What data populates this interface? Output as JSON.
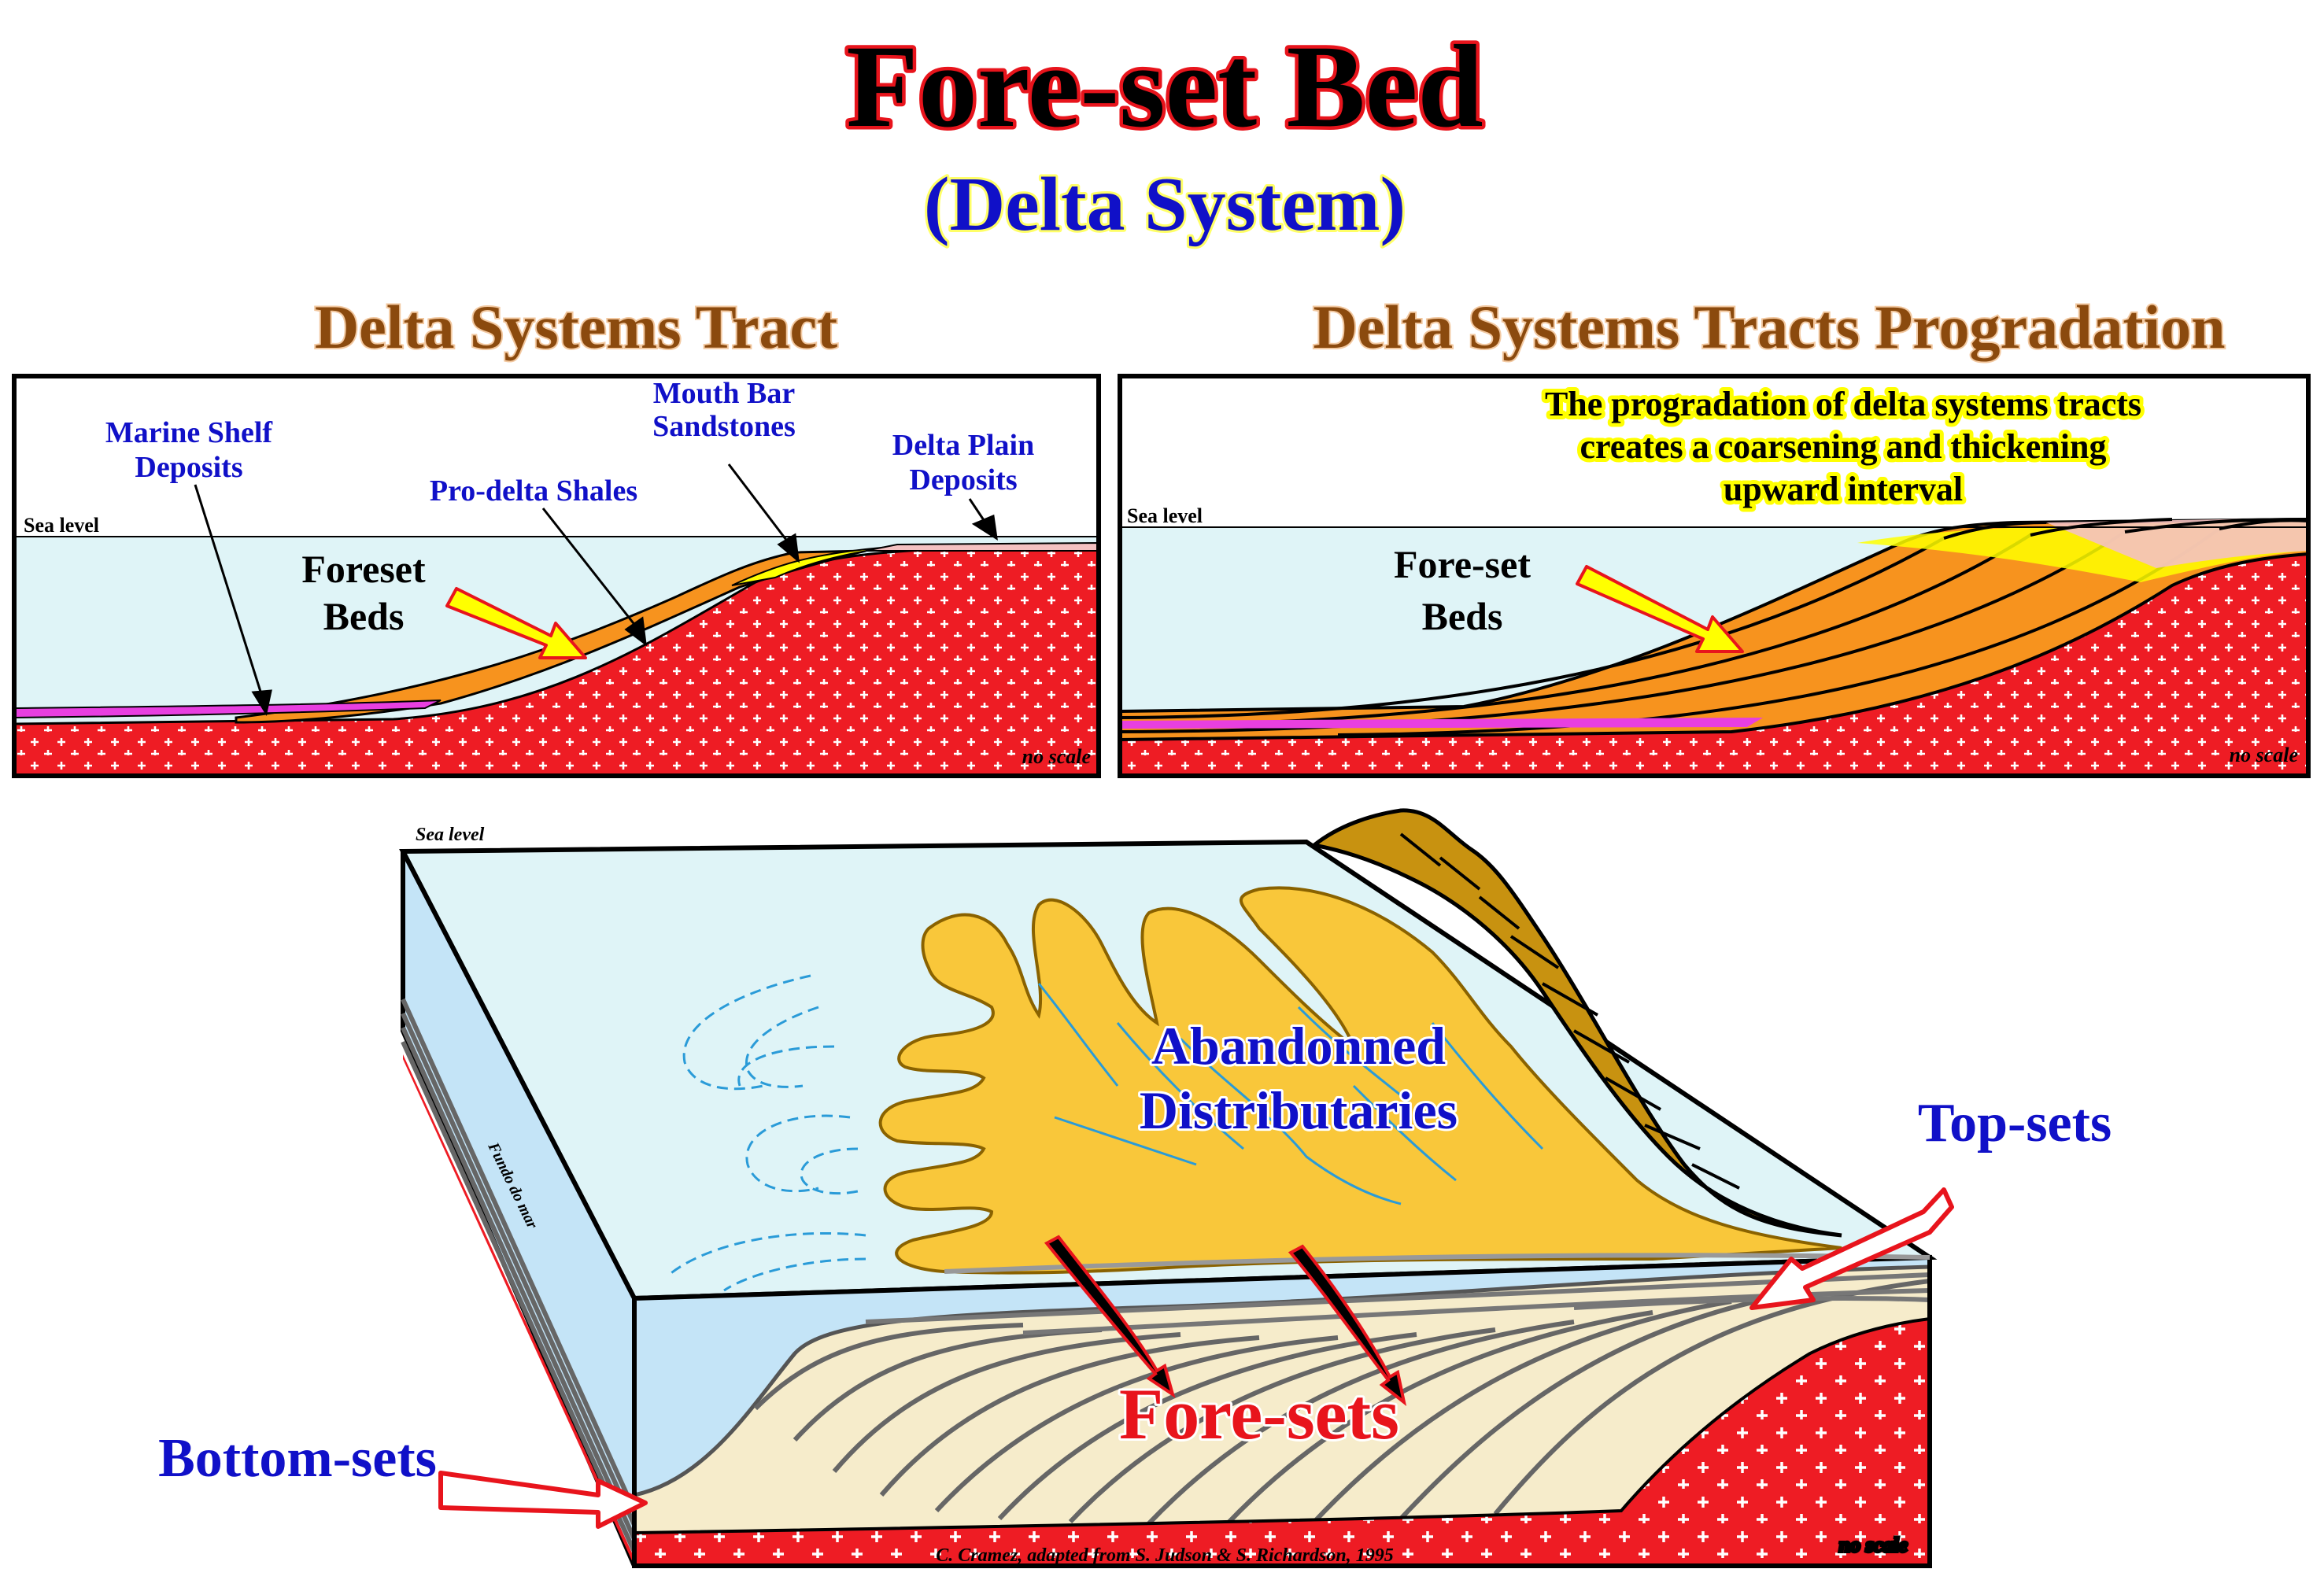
{
  "title": "Fore-set Bed",
  "subtitle": "(Delta System)",
  "colors": {
    "sea": "#dff4f7",
    "basement": "#ee1c24",
    "foreset": "#f7931e",
    "sand": "#ffff00",
    "plain": "#f4c1c1",
    "shelf": "#e83fe0",
    "title_red": "#e8141c",
    "label_blue": "#1010c8",
    "heading_brown": "#8b4a0e",
    "delta_yellow": "#f9c73a",
    "bedding": "#f6eccb",
    "hill": "#c89210"
  },
  "left_panel": {
    "heading": "Delta Systems Tract",
    "sea_level": "Sea level",
    "labels": {
      "marine_shelf_1": "Marine Shelf",
      "marine_shelf_2": "Deposits",
      "prodelta": "Pro-delta Shales",
      "mouth_bar_1": "Mouth Bar",
      "mouth_bar_2": "Sandstones",
      "delta_plain_1": "Delta Plain",
      "delta_plain_2": "Deposits",
      "foreset_1": "Foreset",
      "foreset_2": "Beds"
    },
    "no_scale": "no scale"
  },
  "right_panel": {
    "heading": "Delta Systems Tracts Progradation",
    "note_1": "The progradation of delta systems tracts",
    "note_2": "creates a coarsening and thickening",
    "note_3": "upward interval",
    "sea_level": "Sea level",
    "foreset_1": "Fore-set",
    "foreset_2": "Beds",
    "no_scale": "no scale"
  },
  "block": {
    "sea_level": "Sea level",
    "fundo": "Fundo do mar",
    "abandoned_1": "Abandonned",
    "abandoned_2": "Distributaries",
    "top_sets": "Top-sets",
    "bottom_sets": "Bottom-sets",
    "fore_sets": "Fore-sets",
    "no_scale": "no scale",
    "credit": "C. Cramez, adapted from S. Judson & S. Richardson, 1995"
  }
}
